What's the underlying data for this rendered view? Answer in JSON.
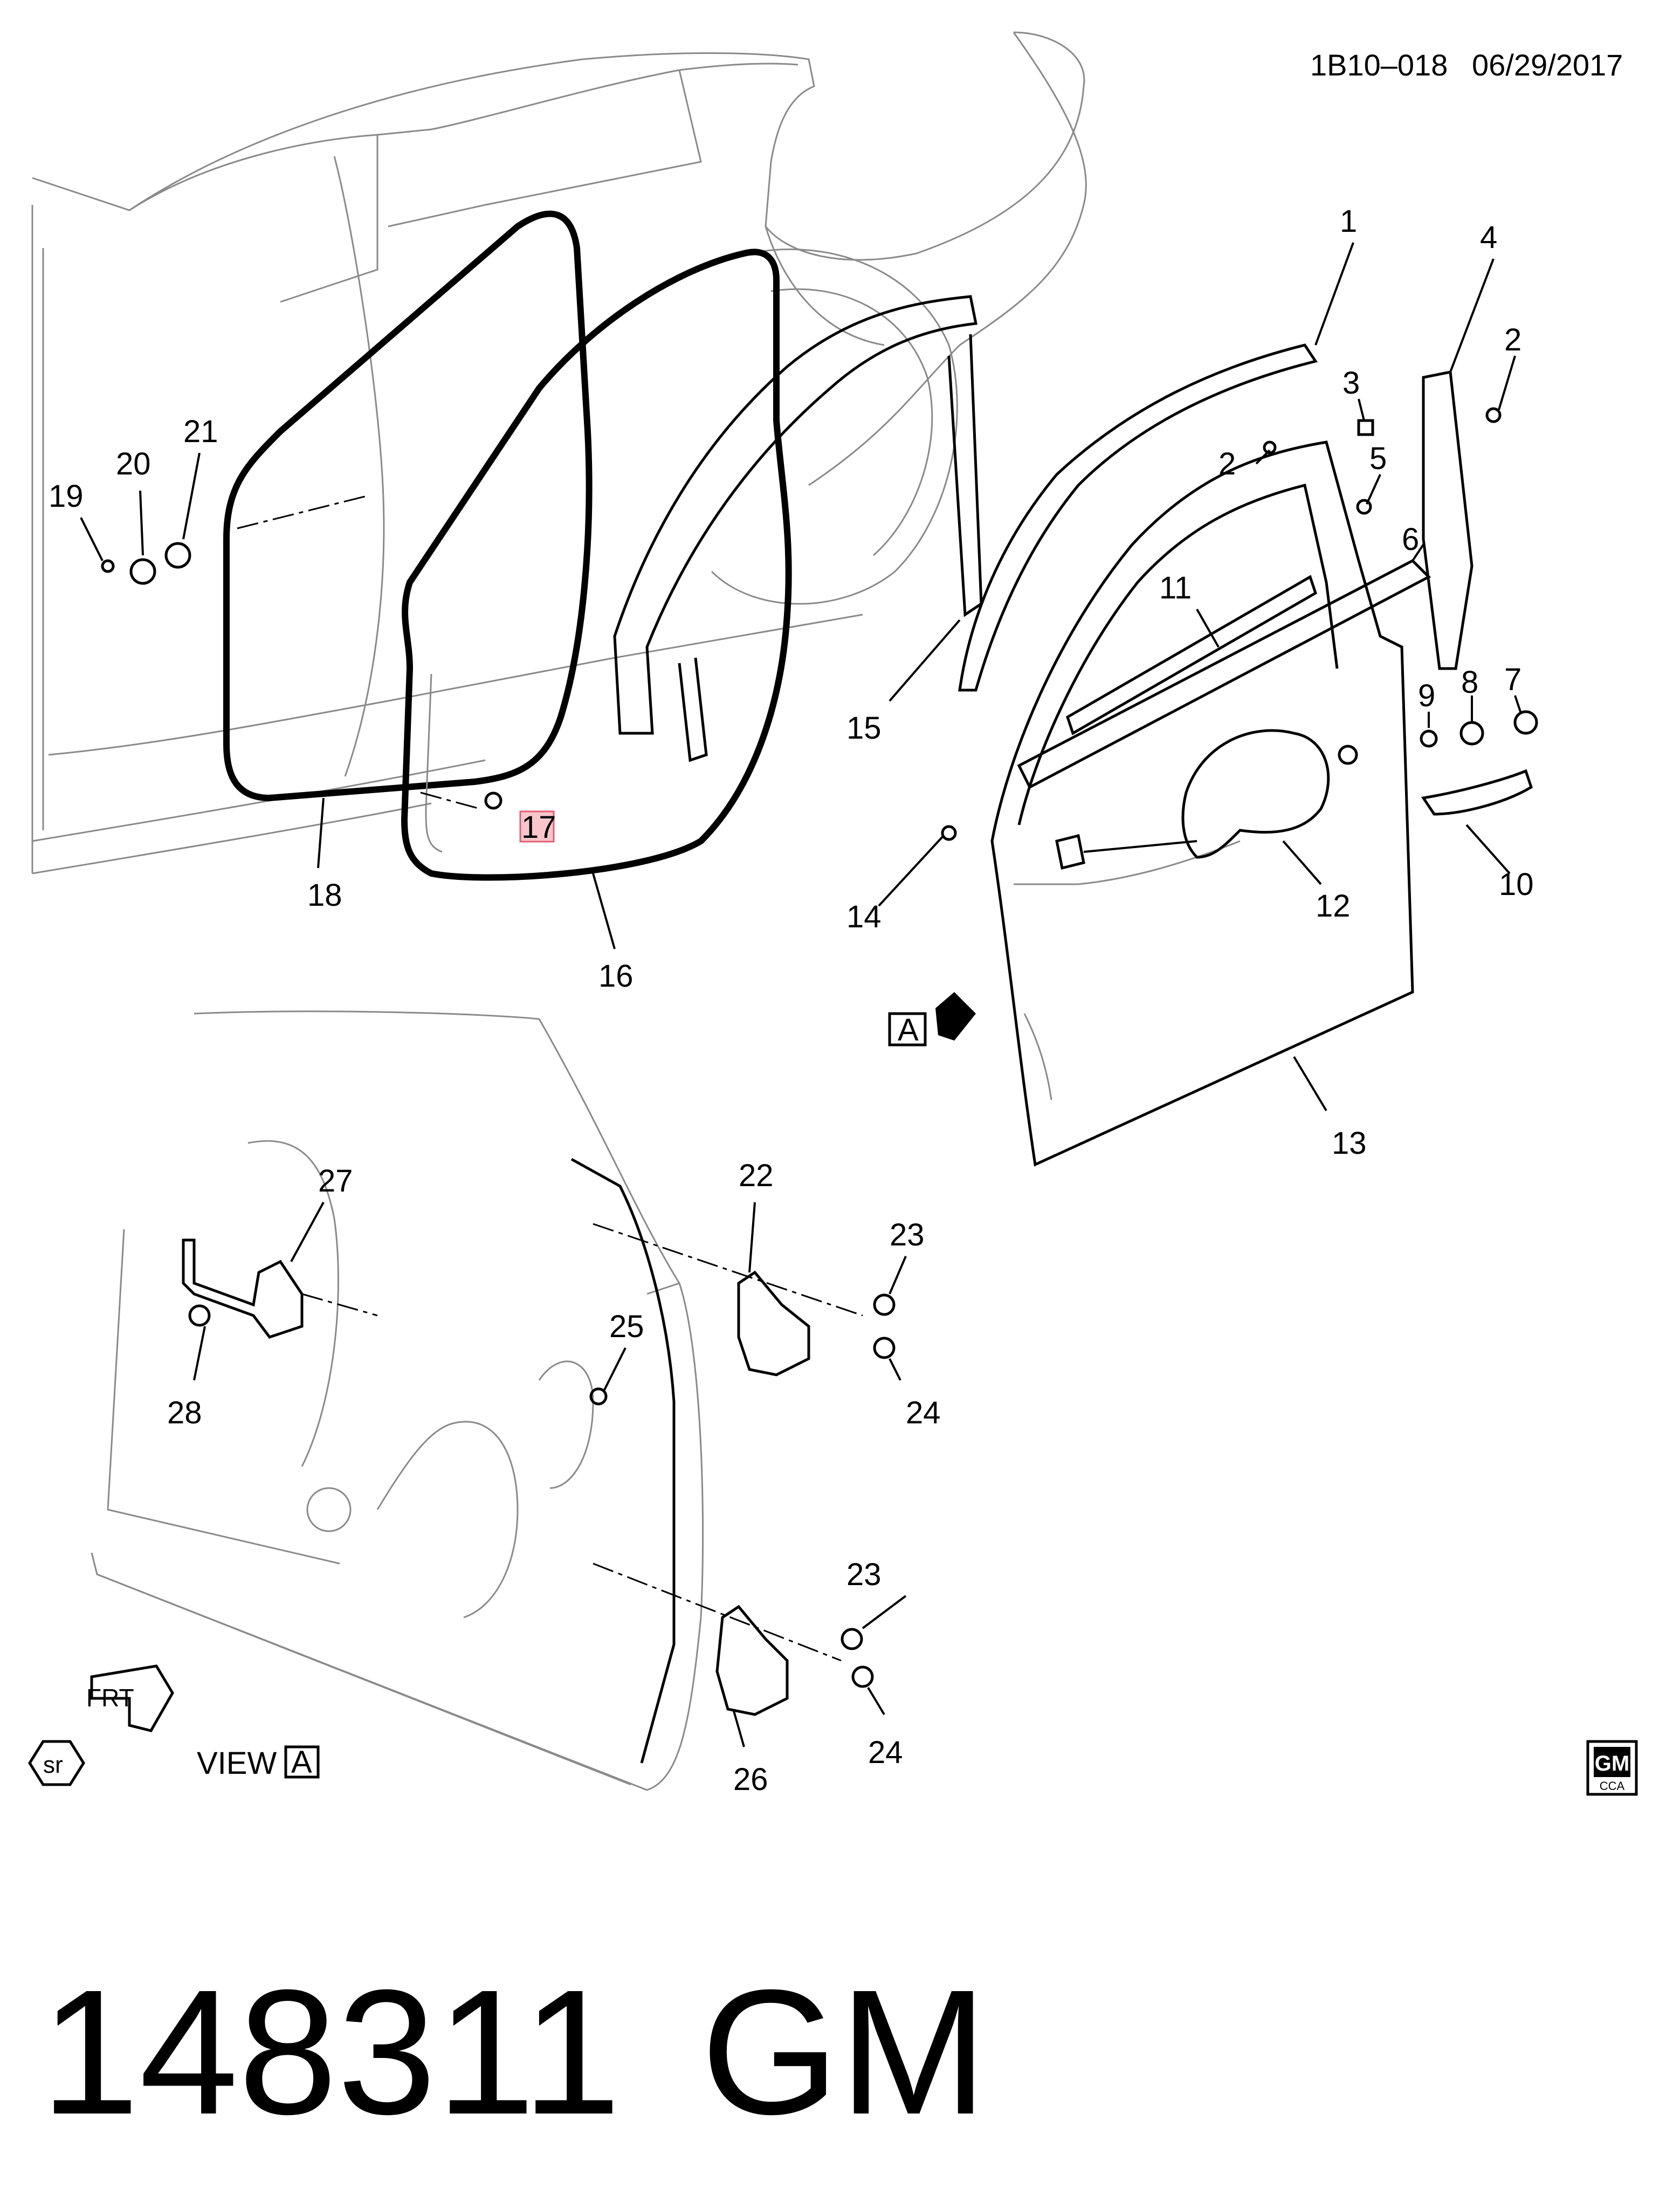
{
  "header": {
    "code": "1B10–018",
    "date": "06/29/2017"
  },
  "callouts": [
    {
      "id": "c1",
      "text": "1"
    },
    {
      "id": "c2a",
      "text": "2"
    },
    {
      "id": "c2b",
      "text": "2"
    },
    {
      "id": "c3",
      "text": "3"
    },
    {
      "id": "c4",
      "text": "4"
    },
    {
      "id": "c5",
      "text": "5"
    },
    {
      "id": "c6",
      "text": "6"
    },
    {
      "id": "c7",
      "text": "7"
    },
    {
      "id": "c8",
      "text": "8"
    },
    {
      "id": "c9",
      "text": "9"
    },
    {
      "id": "c10",
      "text": "10"
    },
    {
      "id": "c11",
      "text": "11"
    },
    {
      "id": "c12",
      "text": "12"
    },
    {
      "id": "c13",
      "text": "13"
    },
    {
      "id": "c14",
      "text": "14"
    },
    {
      "id": "c15",
      "text": "15"
    },
    {
      "id": "c16",
      "text": "16"
    },
    {
      "id": "c17",
      "text": "17"
    },
    {
      "id": "c18",
      "text": "18"
    },
    {
      "id": "c19",
      "text": "19"
    },
    {
      "id": "c20",
      "text": "20"
    },
    {
      "id": "c21",
      "text": "21"
    },
    {
      "id": "c22",
      "text": "22"
    },
    {
      "id": "c23a",
      "text": "23"
    },
    {
      "id": "c23b",
      "text": "23"
    },
    {
      "id": "c24a",
      "text": "24"
    },
    {
      "id": "c24b",
      "text": "24"
    },
    {
      "id": "c25",
      "text": "25"
    },
    {
      "id": "c26",
      "text": "26"
    },
    {
      "id": "c27",
      "text": "27"
    },
    {
      "id": "c28",
      "text": "28"
    }
  ],
  "view_marker": {
    "letter": "A"
  },
  "view_label": {
    "text": "VIEW",
    "letter": "A"
  },
  "frt_label": "FRT",
  "sr_label": "sr",
  "gm_logo": {
    "top": "GM",
    "bottom": "CCA"
  },
  "footer": {
    "number": "148311",
    "brand": "GM"
  },
  "colors": {
    "highlight_fill": "#f9c6cc",
    "highlight_stroke": "#e06070",
    "line": "#000000",
    "background_art": "#8a8a8a"
  }
}
